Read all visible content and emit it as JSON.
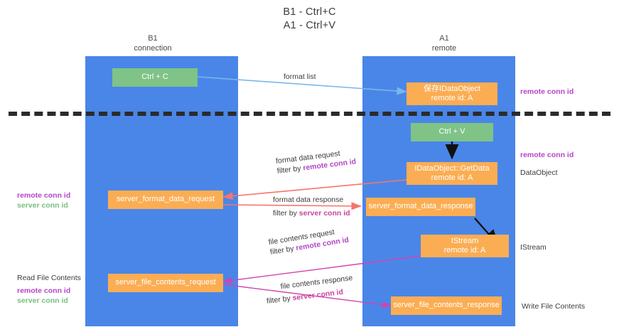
{
  "title": {
    "line1": "B1 - Ctrl+C",
    "line2": "A1 - Ctrl+V"
  },
  "columns": [
    {
      "name": "B1",
      "sub": "connection"
    },
    {
      "name": "A1",
      "sub": "remote"
    }
  ],
  "nodes": {
    "ctrl_c": {
      "label": "Ctrl + C"
    },
    "ctrl_v": {
      "label": "Ctrl + V"
    },
    "save_idataobject": {
      "line1": "保存IDataObject",
      "line2": "remote id: A"
    },
    "getdata": {
      "line1": "IDataObject::GetData",
      "line2": "remote id: A"
    },
    "istream": {
      "line1": "IStream",
      "line2": "remote id: A"
    },
    "server_format_data_request": {
      "label": "server_format_data_request"
    },
    "server_format_data_response": {
      "label": "server_format_data_response"
    },
    "server_file_contents_request": {
      "label": "server_file_contents_request"
    },
    "server_file_contents_response": {
      "label": "server_file_contents_response"
    }
  },
  "edges": {
    "format_list": {
      "label": "format list"
    },
    "format_data_request": {
      "line1": "format data request",
      "line2_prefix": "filter by ",
      "line2_highlight": "remote conn id"
    },
    "format_data_response": {
      "line1": "format data response",
      "line2_prefix": "filter by ",
      "line2_highlight": "server conn id"
    },
    "file_contents_request": {
      "line1": "file contents request",
      "line2_prefix": "filter by ",
      "line2_highlight": "remote conn id"
    },
    "file_contents_response": {
      "line1": "file contents response",
      "line2_prefix": "filter by ",
      "line2_highlight": "server conn id"
    }
  },
  "annotations": {
    "right_remote_conn_id_top": "remote conn id",
    "right_remote_conn_id_mid": "remote conn id",
    "right_dataobject": "DataObject",
    "right_istream": "IStream",
    "right_write_file_contents": "Write File Contents",
    "left_read_file_contents": "Read File Contents",
    "left_mid_remote": "remote conn id",
    "left_mid_server": "server conn id",
    "left_bottom_remote": "remote conn id",
    "left_bottom_server": "server conn id"
  },
  "colors": {
    "lane": "#4a86e8",
    "green_node": "#7fc387",
    "orange_node": "#fbad53",
    "purple_text": "#b545c8",
    "green_text": "#77c07f",
    "blue_arrow": "#7ab6e8",
    "red_arrow": "#f4766a",
    "magenta_arrow": "#cf46b0",
    "black_arrow": "#111111",
    "divider": "#2b2b2b",
    "background": "#ffffff"
  }
}
